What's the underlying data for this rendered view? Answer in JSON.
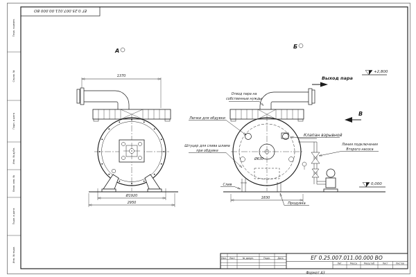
{
  "sheet": {
    "stamp_inverted": "ЕГ 0.25.007.011.00.000 ВО",
    "doc_number": "ЕГ 0.25.007.011.00.000 ВО",
    "format_label": "Формат А3"
  },
  "margin_labels": [
    "Перв. примен.",
    "Справ. №",
    "Подп. и дата",
    "Инв. № дубл.",
    "Взам. инв. №",
    "Подп. и дата",
    "Инв. № подл."
  ],
  "views": {
    "front_label": "А",
    "side_label": "Б",
    "direction_label": "В"
  },
  "annotations": {
    "steam_outlet": "Выход пара",
    "elevation_top": "+2,800",
    "elevation_zero": "0,000",
    "steam_own_needs_1": "Отвод пара на",
    "steam_own_needs_2": "собственные нужды",
    "blow_hatches": "Лючки для обдувки",
    "explosion_valve": "Клапан взрывной",
    "pump_line_1": "Линия подключения",
    "pump_line_2": "Второго насоса",
    "sludge_fitting_1": "Штуцер для слива шлама",
    "sludge_fitting_2": "при обдувке",
    "drain": "Слив",
    "blowdown": "Продувка"
  },
  "dimensions": {
    "pipe_length": "1370",
    "vessel_diameter": "Ø1920",
    "overall_width": "2950",
    "side_width": "1830",
    "center_diameter": "Ø630"
  },
  "titleblock": {
    "columns": [
      "Изм.",
      "Лист",
      "№ докум.",
      "Подп.",
      "Дата"
    ],
    "lit_label": "Лит.",
    "mass_label": "Масса",
    "scale_label": "Масштаб",
    "sheet_label": "Лист",
    "sheets_label": "Листов"
  }
}
